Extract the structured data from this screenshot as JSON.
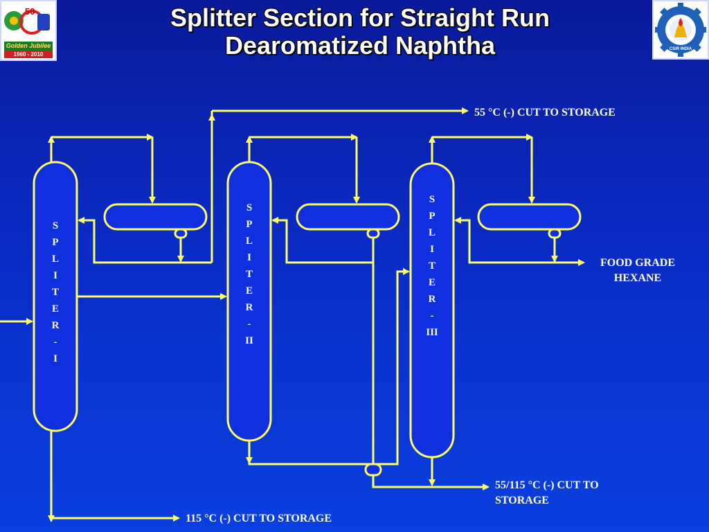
{
  "title": {
    "line1": "Splitter Section for Straight Run",
    "line2": "Dearomatized Naphtha"
  },
  "logos": {
    "left": {
      "number": "50",
      "golden_jubilee": "Golden Jubilee",
      "years": "1960 - 2010"
    },
    "right": {
      "ring_text": "CSIR INDIA"
    }
  },
  "columns": [
    {
      "letters": [
        "S",
        "P",
        "L",
        "I",
        "T",
        "E",
        "R",
        "-",
        "I"
      ]
    },
    {
      "letters": [
        "S",
        "P",
        "L",
        "I",
        "T",
        "E",
        "R",
        "-",
        "II"
      ]
    },
    {
      "letters": [
        "S",
        "P",
        "L",
        "I",
        "T",
        "E",
        "R",
        "-",
        "III"
      ]
    }
  ],
  "flows": {
    "top_cut": "55 °C (-) CUT TO STORAGE",
    "hexane": "FOOD GRADE HEXANE",
    "mid_cut": "55/115 °C (-) CUT TO STORAGE",
    "bottom_cut": "115 °C (-) CUT TO STORAGE"
  },
  "colors": {
    "line": "#ffff66",
    "vessel_fill": "#1030e0",
    "text": "#ffffff"
  }
}
